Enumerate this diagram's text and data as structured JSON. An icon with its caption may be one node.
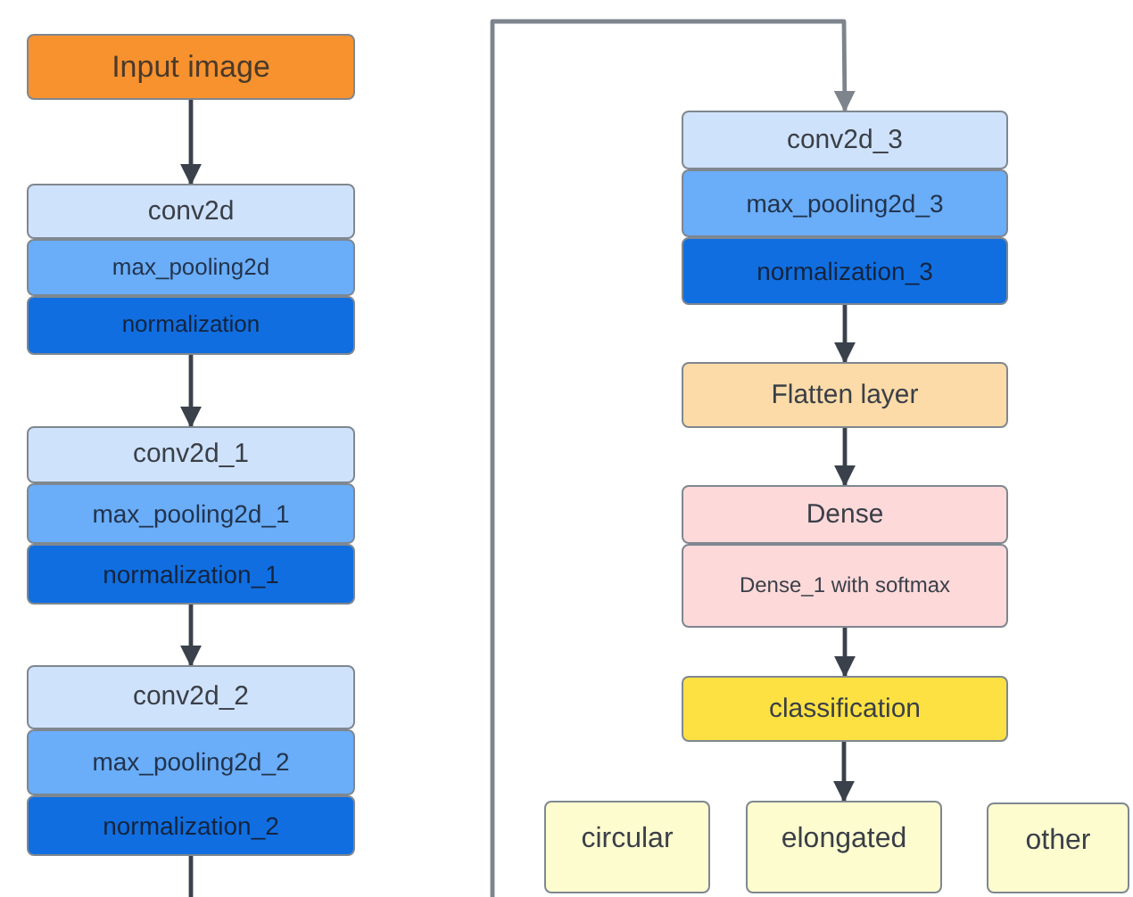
{
  "diagram": {
    "nodes": [
      {
        "text": [
          "Input image"
        ]
      },
      {
        "text": [
          "conv2d"
        ]
      },
      {
        "text": [
          "max_pooling2d"
        ]
      },
      {
        "text": [
          "normalization"
        ]
      },
      {
        "text": [
          "conv2d_1"
        ]
      },
      {
        "text": [
          "max_pooling2d_1"
        ]
      },
      {
        "text": [
          "normalization_1"
        ]
      },
      {
        "text": [
          "conv2d_2"
        ]
      },
      {
        "text": [
          "max_pooling2d_2"
        ]
      },
      {
        "text": [
          "normalization_2"
        ]
      },
      {
        "text": [
          "conv2d_3"
        ]
      },
      {
        "text": [
          "max_pooling2d_3"
        ]
      },
      {
        "text": [
          "normalization_3"
        ]
      },
      {
        "text": [
          "Flatten layer"
        ]
      },
      {
        "text": [
          "Dense"
        ]
      },
      {
        "text": [
          "Dense_1 with softmax"
        ]
      },
      {
        "text": [
          "classification"
        ]
      },
      {
        "text": [
          "circular"
        ]
      },
      {
        "text": [
          "elongated"
        ]
      },
      {
        "text": [
          "other"
        ]
      }
    ],
    "edges": [
      {
        "from": 0,
        "to": 1,
        "arrow": "to"
      },
      {
        "from": 3,
        "to": 4,
        "arrow": "to"
      },
      {
        "from": 6,
        "to": 7,
        "arrow": "to"
      },
      {
        "from": 9,
        "to": null,
        "arrow": "none"
      },
      {
        "from": null,
        "to": 10,
        "arrow": "to",
        "color": "#7d848c"
      },
      {
        "from": 12,
        "to": 13,
        "arrow": "to"
      },
      {
        "from": 13,
        "to": 14,
        "arrow": "to"
      },
      {
        "from": 15,
        "to": 16,
        "arrow": "to"
      },
      {
        "from": 16,
        "to": 18,
        "arrow": "to"
      }
    ]
  }
}
